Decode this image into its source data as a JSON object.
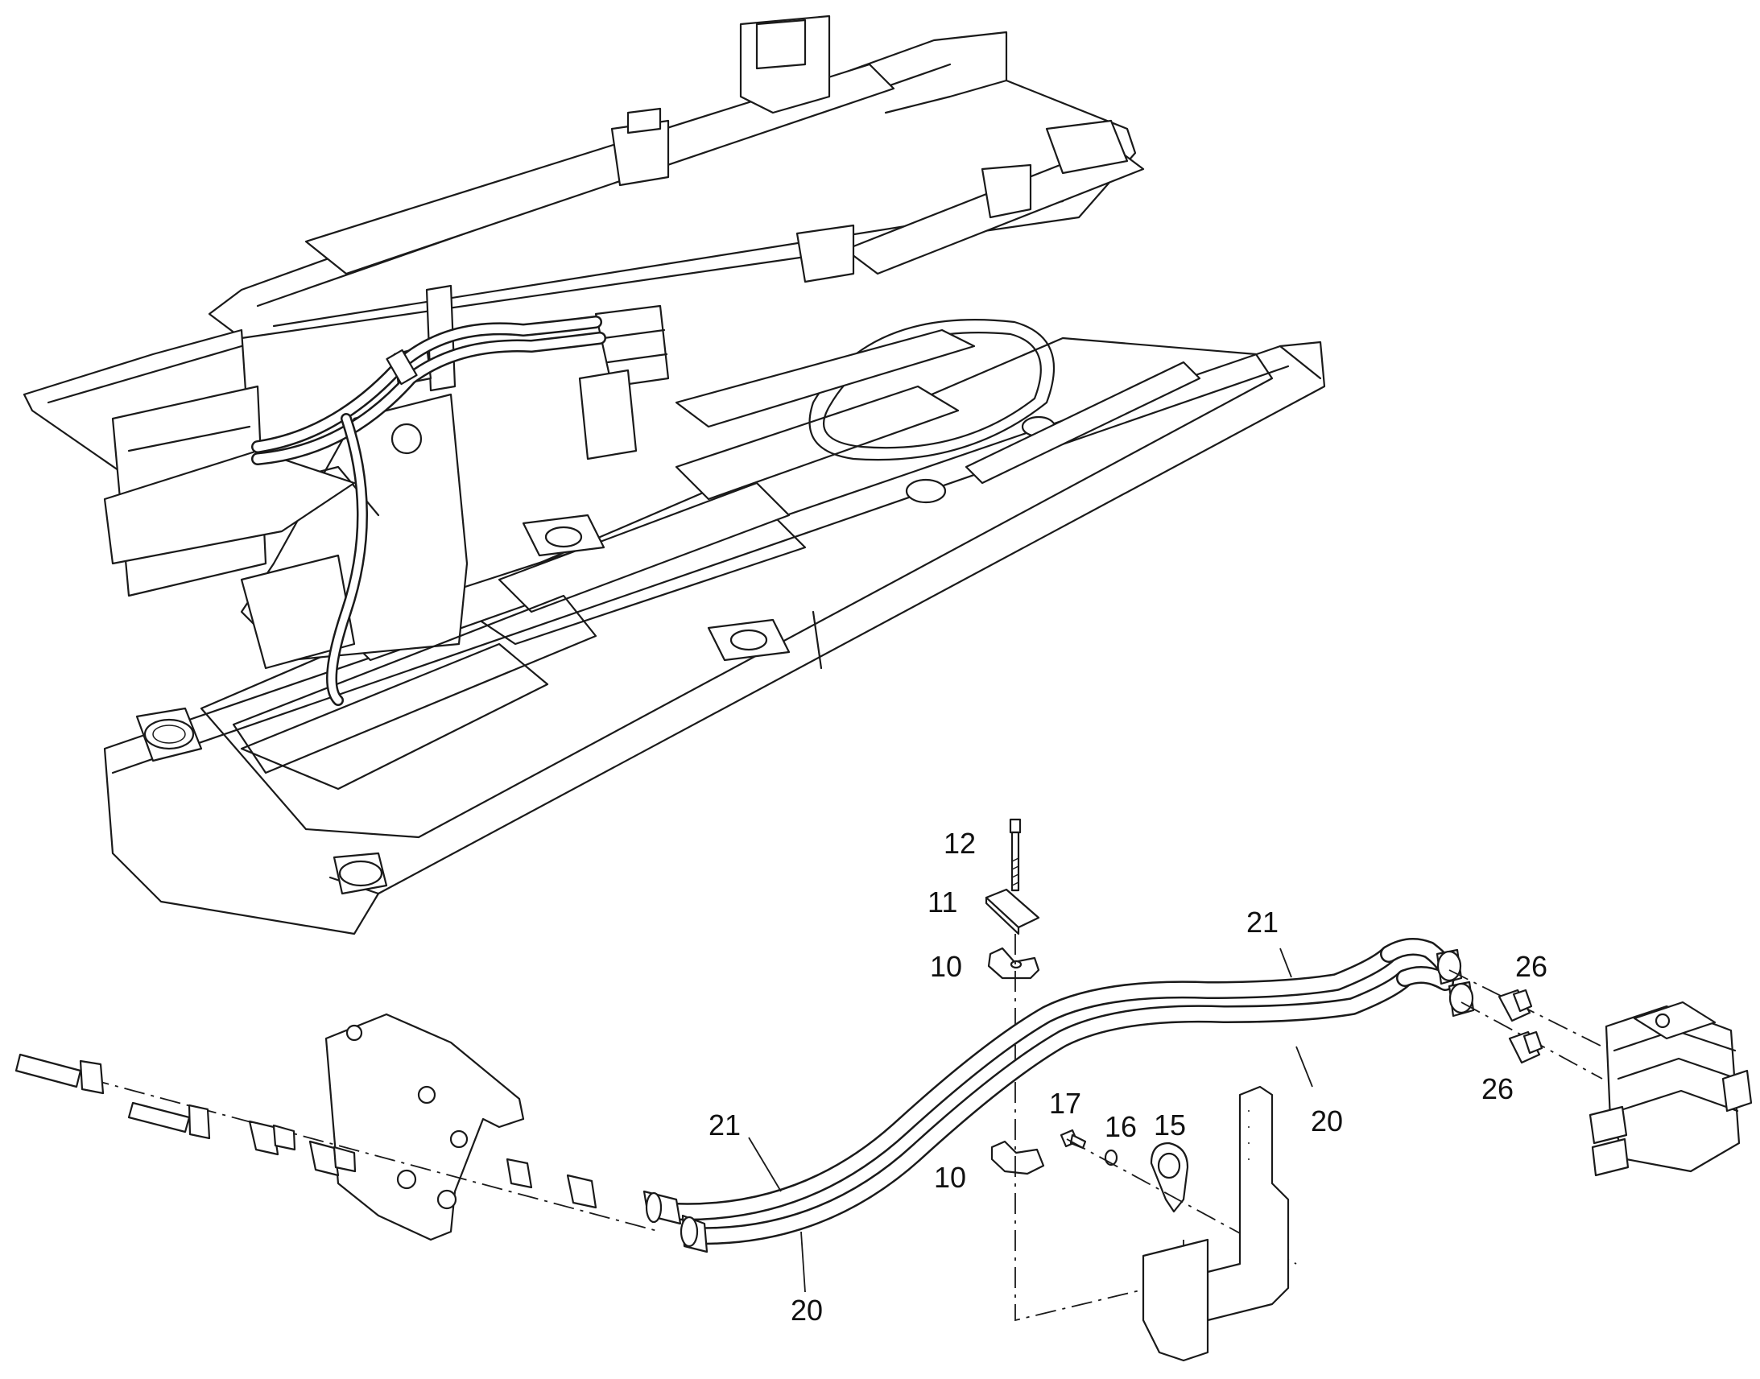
{
  "callouts": {
    "c12": "12",
    "c11": "11",
    "c10_top": "10",
    "c10_bottom": "10",
    "c21_top": "21",
    "c21_left": "21",
    "c20_right": "20",
    "c20_bottom": "20",
    "c26_top": "26",
    "c26_bottom": "26",
    "c17": "17",
    "c16": "16",
    "c15": "15"
  }
}
